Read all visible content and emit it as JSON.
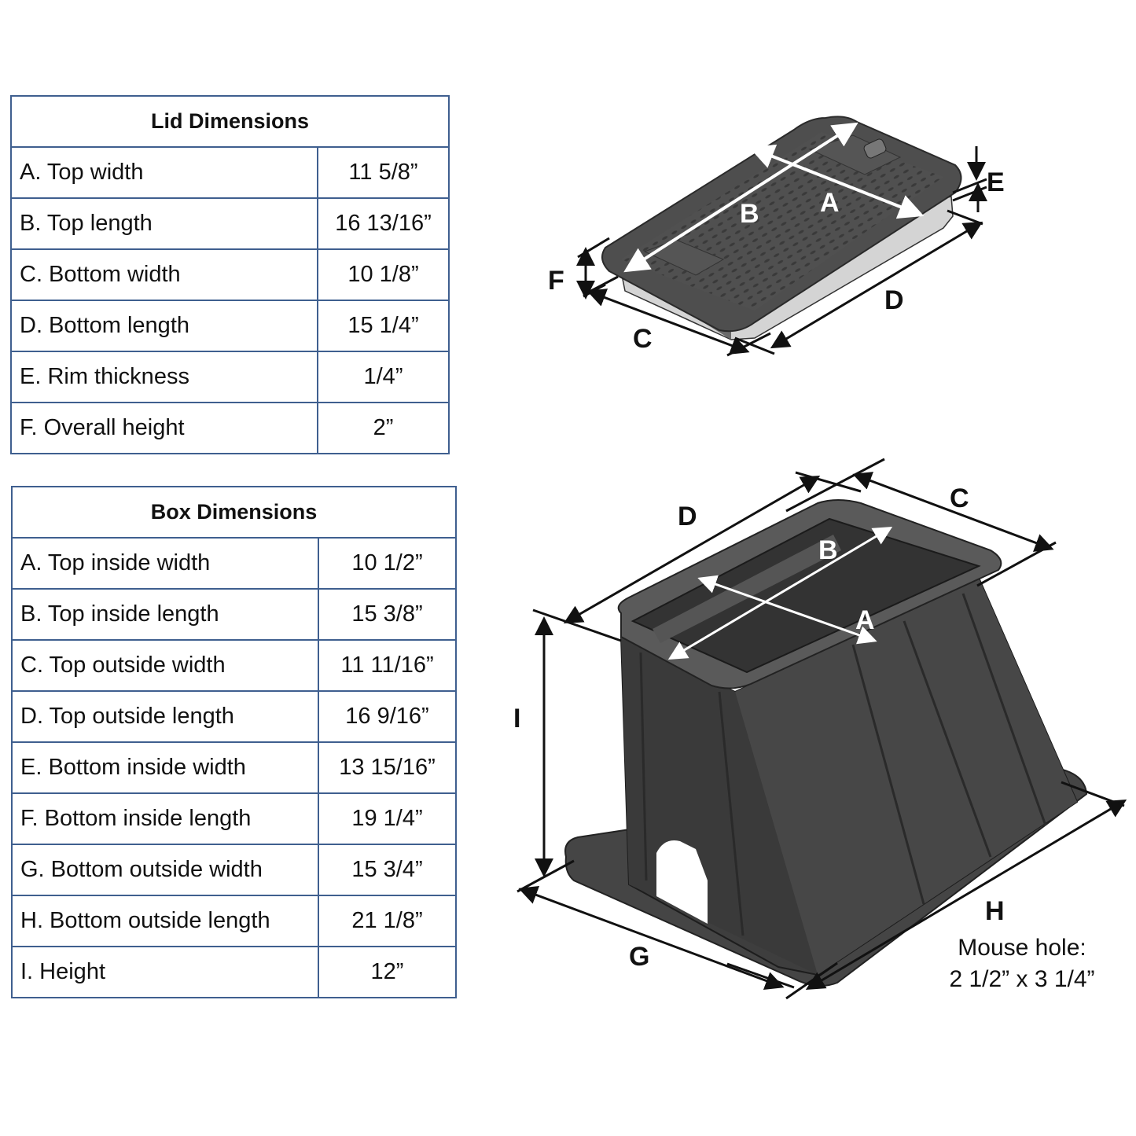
{
  "lid_table": {
    "title": "Lid Dimensions",
    "rows": [
      {
        "label": "A. Top width",
        "value": "11 5/8”"
      },
      {
        "label": "B. Top length",
        "value": "16 13/16”"
      },
      {
        "label": "C. Bottom width",
        "value": "10 1/8”"
      },
      {
        "label": "D. Bottom length",
        "value": "15 1/4”"
      },
      {
        "label": "E. Rim thickness",
        "value": "1/4”"
      },
      {
        "label": "F. Overall height",
        "value": "2”"
      }
    ]
  },
  "box_table": {
    "title": "Box Dimensions",
    "rows": [
      {
        "label": "A. Top inside width",
        "value": "10 1/2”"
      },
      {
        "label": "B. Top inside length",
        "value": "15 3/8”"
      },
      {
        "label": "C. Top outside width",
        "value": "11 11/16”"
      },
      {
        "label": "D. Top outside length",
        "value": "16 9/16”"
      },
      {
        "label": "E. Bottom inside width",
        "value": "13 15/16”"
      },
      {
        "label": "F. Bottom inside length",
        "value": "19 1/4”"
      },
      {
        "label": "G. Bottom outside width",
        "value": "15 3/4”"
      },
      {
        "label": "H. Bottom outside length",
        "value": "21 1/8”"
      },
      {
        "label": "I. Height",
        "value": "12”"
      }
    ]
  },
  "lid_diagram": {
    "labels": {
      "A": "A",
      "B": "B",
      "C": "C",
      "D": "D",
      "E": "E",
      "F": "F"
    }
  },
  "box_diagram": {
    "labels": {
      "A": "A",
      "B": "B",
      "C": "C",
      "D": "D",
      "G": "G",
      "H": "H",
      "I": "I"
    },
    "note_line1": "Mouse hole:",
    "note_line2": "2 1/2” x 3 1/4”"
  },
  "colors": {
    "table_border": "#3f5f8f",
    "product": "#4a4a4a"
  }
}
